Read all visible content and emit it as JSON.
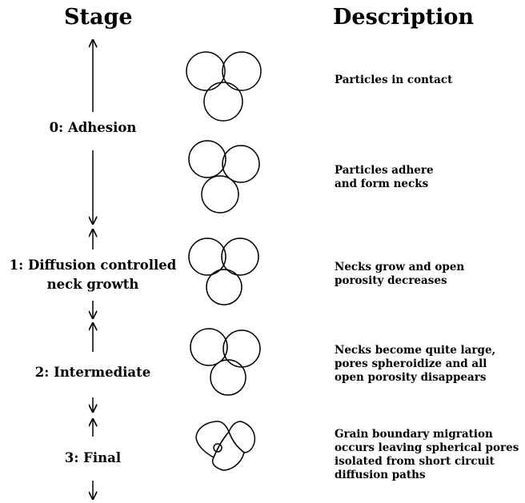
{
  "headers": {
    "stage": "Stage",
    "description": "Description"
  },
  "stages": [
    {
      "label": "0: Adhesion"
    },
    {
      "label_line1": "1: Diffusion controlled",
      "label_line2": "neck growth"
    },
    {
      "label": "2: Intermediate"
    },
    {
      "label": "3: Final"
    }
  ],
  "descriptions": [
    {
      "lines": [
        "Particles in contact"
      ]
    },
    {
      "lines": [
        "Particles adhere",
        "and form necks"
      ]
    },
    {
      "lines": [
        "Necks grow and open",
        "porosity decreases"
      ]
    },
    {
      "lines": [
        "Necks become quite large,",
        "pores spheroidize and all",
        "open porosity disappears"
      ]
    },
    {
      "lines": [
        "Grain boundary migration",
        "occurs leaving spherical pores",
        "isolated from short circuit",
        "diffusion paths"
      ]
    }
  ]
}
